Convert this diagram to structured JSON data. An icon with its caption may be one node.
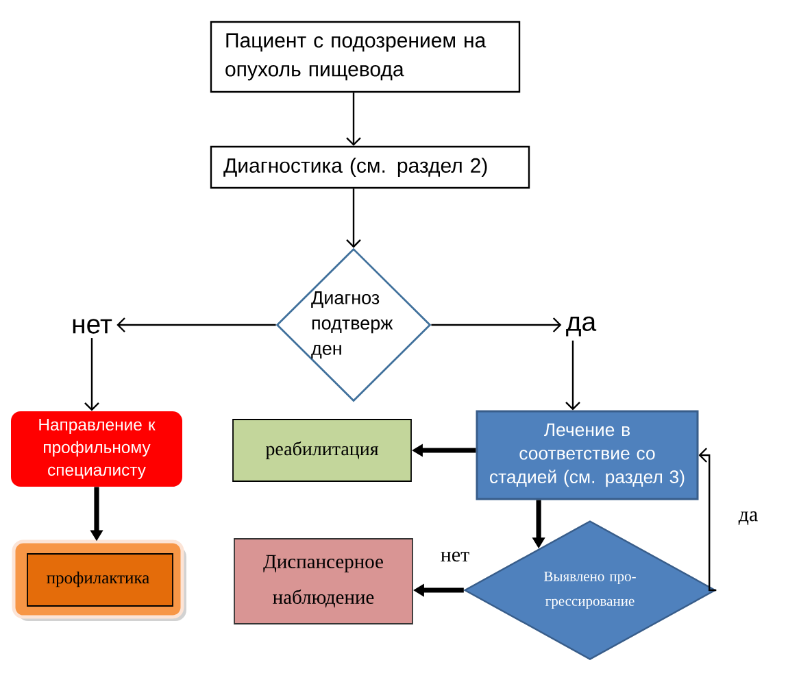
{
  "diagram": {
    "nodes": [
      {
        "text": [
          "Пациент с подозрением на опухоль пищевода"
        ]
      },
      {
        "text": [
          "Диагностика (см. раздел 2)"
        ]
      },
      {
        "text": [
          "Диагноз подтверж ден"
        ]
      },
      {
        "text": [
          "нет"
        ]
      },
      {
        "text": [
          "да"
        ]
      },
      {
        "text": [
          "Направление к профильному специалисту"
        ]
      },
      {
        "text": [
          "профилактика"
        ]
      },
      {
        "text": [
          "реабилитация"
        ]
      },
      {
        "text": [
          "Лечение в соответствие со стадией (см. раздел 3)"
        ]
      },
      {
        "text": [
          "Диспансерное наблюдение"
        ]
      },
      {
        "text": [
          "Выявлено про- грессирование"
        ]
      }
    ],
    "edges": [
      {
        "from": 0,
        "to": 1,
        "arrow": "to"
      },
      {
        "from": 1,
        "to": 2,
        "arrow": "to"
      },
      {
        "from": 2,
        "to": 3,
        "arrow": "to"
      },
      {
        "from": 2,
        "to": 4,
        "arrow": "to"
      },
      {
        "from": 3,
        "to": 5,
        "arrow": "to"
      },
      {
        "from": 4,
        "to": 8,
        "arrow": "to"
      },
      {
        "from": 5,
        "to": 6,
        "arrow": "to",
        "style": "thick"
      },
      {
        "from": 8,
        "to": 7,
        "arrow": "to",
        "style": "thick"
      },
      {
        "from": 8,
        "to": 10,
        "arrow": "to",
        "style": "thick"
      },
      {
        "from": 10,
        "to": 9,
        "arrow": "to",
        "style": "thick",
        "label": "нет"
      },
      {
        "from": 10,
        "to": 8,
        "arrow": "to",
        "label": "да"
      }
    ]
  }
}
